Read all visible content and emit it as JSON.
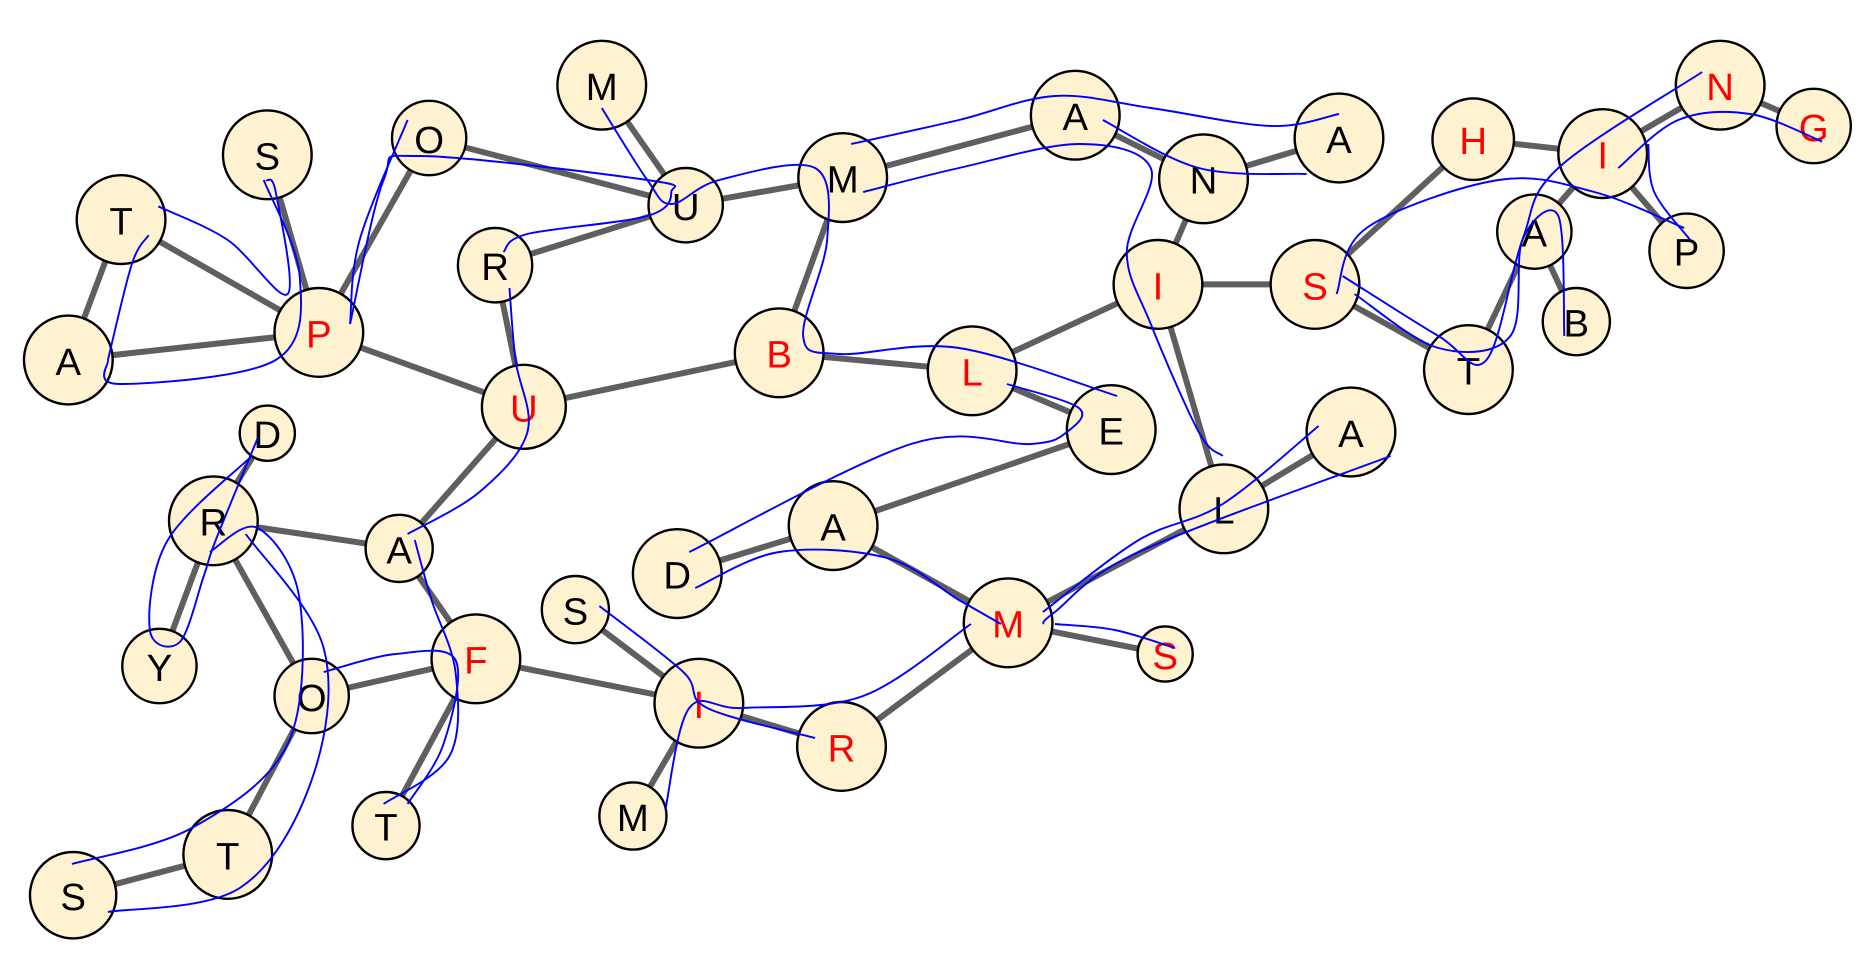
{
  "colors": {
    "node_fill": "#fff2d0",
    "edge": "#5f5f5f",
    "trace": "#0000ff",
    "highlight_text": "#ff0000",
    "normal_text": "#000000"
  },
  "nodes": [
    {
      "letter": "A",
      "highlighted": false
    },
    {
      "letter": "T",
      "highlighted": false
    },
    {
      "letter": "S",
      "highlighted": false
    },
    {
      "letter": "O",
      "highlighted": false
    },
    {
      "letter": "P",
      "highlighted": true
    },
    {
      "letter": "M",
      "highlighted": false
    },
    {
      "letter": "U",
      "highlighted": false
    },
    {
      "letter": "R",
      "highlighted": false
    },
    {
      "letter": "U",
      "highlighted": true
    },
    {
      "letter": "M",
      "highlighted": false
    },
    {
      "letter": "B",
      "highlighted": true
    },
    {
      "letter": "A",
      "highlighted": false
    },
    {
      "letter": "N",
      "highlighted": false
    },
    {
      "letter": "A",
      "highlighted": false
    },
    {
      "letter": "I",
      "highlighted": true
    },
    {
      "letter": "S",
      "highlighted": true
    },
    {
      "letter": "L",
      "highlighted": true
    },
    {
      "letter": "E",
      "highlighted": false
    },
    {
      "letter": "D",
      "highlighted": false
    },
    {
      "letter": "R",
      "highlighted": false
    },
    {
      "letter": "A",
      "highlighted": false
    },
    {
      "letter": "Y",
      "highlighted": false
    },
    {
      "letter": "O",
      "highlighted": false
    },
    {
      "letter": "F",
      "highlighted": true
    },
    {
      "letter": "T",
      "highlighted": false
    },
    {
      "letter": "S",
      "highlighted": false
    },
    {
      "letter": "T",
      "highlighted": false
    },
    {
      "letter": "S",
      "highlighted": false
    },
    {
      "letter": "I",
      "highlighted": true
    },
    {
      "letter": "M",
      "highlighted": false
    },
    {
      "letter": "R",
      "highlighted": true
    },
    {
      "letter": "M",
      "highlighted": true
    },
    {
      "letter": "S",
      "highlighted": true
    },
    {
      "letter": "D",
      "highlighted": false
    },
    {
      "letter": "A",
      "highlighted": false
    },
    {
      "letter": "L",
      "highlighted": false
    },
    {
      "letter": "A",
      "highlighted": false
    },
    {
      "letter": "H",
      "highlighted": true
    },
    {
      "letter": "I",
      "highlighted": true
    },
    {
      "letter": "N",
      "highlighted": true
    },
    {
      "letter": "G",
      "highlighted": true
    },
    {
      "letter": "A",
      "highlighted": false
    },
    {
      "letter": "P",
      "highlighted": false
    },
    {
      "letter": "B",
      "highlighted": false
    },
    {
      "letter": "T",
      "highlighted": false
    }
  ],
  "edges": [
    [
      0,
      1
    ],
    [
      0,
      4
    ],
    [
      1,
      4
    ],
    [
      2,
      4
    ],
    [
      3,
      4
    ],
    [
      3,
      6
    ],
    [
      4,
      8
    ],
    [
      5,
      6
    ],
    [
      6,
      7
    ],
    [
      6,
      9
    ],
    [
      7,
      8
    ],
    [
      8,
      10
    ],
    [
      8,
      20
    ],
    [
      9,
      10
    ],
    [
      9,
      11
    ],
    [
      11,
      12
    ],
    [
      12,
      13
    ],
    [
      12,
      14
    ],
    [
      14,
      15
    ],
    [
      14,
      16
    ],
    [
      14,
      35
    ],
    [
      10,
      16
    ],
    [
      16,
      17
    ],
    [
      17,
      34
    ],
    [
      18,
      19
    ],
    [
      19,
      20
    ],
    [
      19,
      21
    ],
    [
      19,
      22
    ],
    [
      20,
      23
    ],
    [
      22,
      23
    ],
    [
      22,
      24
    ],
    [
      24,
      25
    ],
    [
      23,
      26
    ],
    [
      23,
      28
    ],
    [
      27,
      28
    ],
    [
      28,
      29
    ],
    [
      28,
      30
    ],
    [
      30,
      31
    ],
    [
      31,
      34
    ],
    [
      31,
      32
    ],
    [
      31,
      35
    ],
    [
      35,
      36
    ],
    [
      33,
      34
    ],
    [
      15,
      37
    ],
    [
      15,
      44
    ],
    [
      37,
      38
    ],
    [
      38,
      39
    ],
    [
      39,
      40
    ],
    [
      38,
      41
    ],
    [
      38,
      42
    ],
    [
      41,
      43
    ],
    [
      41,
      44
    ]
  ]
}
